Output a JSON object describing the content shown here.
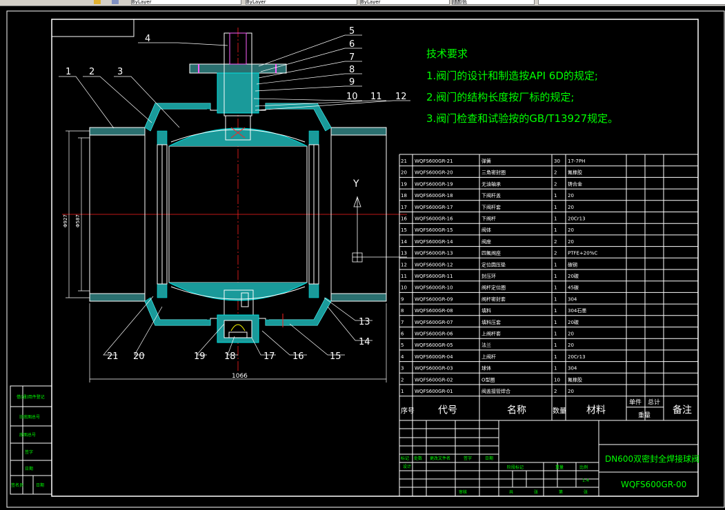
{
  "toolbar": {
    "layer1": "ByLayer",
    "layer2": "ByLayer",
    "layer3": "ByLayer",
    "layer4": "随颜色"
  },
  "tech": {
    "title": "技术要求",
    "items": [
      "1.阀门的设计和制造按API 6D的规定;",
      "2.阀门的结构长度按厂标的规定;",
      "3.阀门检查和试验按的GB/T13927规定。"
    ]
  },
  "balloons": {
    "b1": "1",
    "b2": "2",
    "b3": "3",
    "b4": "4",
    "b5": "5",
    "b6": "6",
    "b7": "7",
    "b8": "8",
    "b9": "9",
    "b10": "10",
    "b11": "11",
    "b12": "12",
    "b13": "13",
    "b14": "14",
    "b15": "15",
    "b16": "16",
    "b17": "17",
    "b18": "18",
    "b19": "19",
    "b20": "20",
    "b21": "21"
  },
  "dims": {
    "length": "1066",
    "dia_outer": "Φ927",
    "dia_inner": "Φ587",
    "axis_y": "Y"
  },
  "bom": {
    "rows": [
      [
        "21",
        "WQFS600GR-21",
        "弹簧",
        "30",
        "17-7PH"
      ],
      [
        "20",
        "WQFS600GR-20",
        "三角密封圈",
        "2",
        "氟橡胶"
      ],
      [
        "19",
        "WQFS600GR-19",
        "无油轴承",
        "2",
        "铸合金"
      ],
      [
        "18",
        "WQFS600GR-18",
        "下阀杆盖",
        "1",
        "20"
      ],
      [
        "17",
        "WQFS600GR-17",
        "下阀杆套",
        "1",
        "20"
      ],
      [
        "16",
        "WQFS600GR-16",
        "下阀杆",
        "1",
        "20Cr13"
      ],
      [
        "15",
        "WQFS600GR-15",
        "阀体",
        "1",
        "20"
      ],
      [
        "14",
        "WQFS600GR-14",
        "阀座",
        "2",
        "20"
      ],
      [
        "13",
        "WQFS600GR-13",
        "四氟阀座",
        "2",
        "PTFE+20%C"
      ],
      [
        "12",
        "WQFS600GR-12",
        "定位圆压垫",
        "1",
        "碳钢"
      ],
      [
        "11",
        "WQFS600GR-11",
        "封压环",
        "1",
        "20碳"
      ],
      [
        "10",
        "WQFS600GR-10",
        "阀杆定位圈",
        "1",
        "45碳"
      ],
      [
        "9",
        "WQFS600GR-09",
        "阀杆密封套",
        "1",
        "304"
      ],
      [
        "8",
        "WQFS600GR-08",
        "填料",
        "1",
        "304石墨"
      ],
      [
        "7",
        "WQFS600GR-07",
        "填料压套",
        "1",
        "20碳"
      ],
      [
        "6",
        "WQFS600GR-06",
        "上阀杆套",
        "1",
        "20"
      ],
      [
        "5",
        "WQFS600GR-05",
        "法兰",
        "1",
        "20"
      ],
      [
        "4",
        "WQFS600GR-04",
        "上阀杆",
        "1",
        "20Cr13"
      ],
      [
        "3",
        "WQFS600GR-03",
        "球体",
        "1",
        "304"
      ],
      [
        "2",
        "WQFS600GR-02",
        "O型圈",
        "10",
        "氟橡胶"
      ],
      [
        "1",
        "WQFS600GR-01",
        "阀盖接管焊合",
        "2",
        "20"
      ]
    ],
    "header": {
      "no": "序号",
      "code": "代号",
      "name": "名称",
      "qty": "数量",
      "material": "材料",
      "single": "单件",
      "total": "总计",
      "weight": "重量",
      "remark": "备注"
    }
  },
  "titleblock": {
    "product": "DN600双密封全焊接球阀",
    "drawing_no": "WQFS600GR-00",
    "row_labels": [
      "标记",
      "处数",
      "更改文件名",
      "签字",
      "日期"
    ],
    "design": "设计",
    "stage": "阶段标记",
    "weight": "重量",
    "scale": "比例",
    "scale_val": "1:4",
    "review": "审核",
    "sheets": "共",
    "sheet": "张",
    "page": "第",
    "page_unit": "张"
  },
  "sidebar": {
    "labels": [
      "借(通)用件登记",
      "旧底图总号",
      "底图总号",
      "签字",
      "日期",
      "签名员",
      "日期"
    ]
  }
}
